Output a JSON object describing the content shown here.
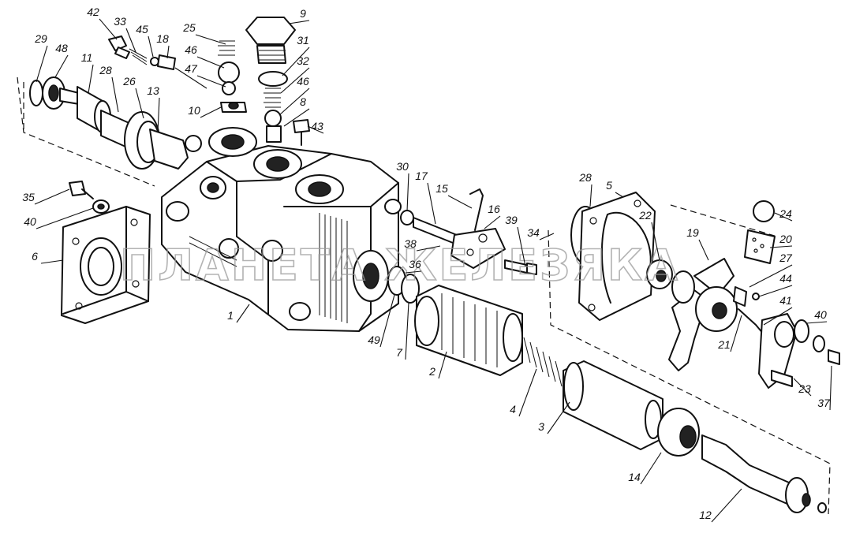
{
  "watermark": "ПЛАНЕТА ЖЕЛЕЗЯКА",
  "callouts": [
    "42",
    "33",
    "45",
    "18",
    "25",
    "9",
    "29",
    "48",
    "11",
    "28",
    "26",
    "13",
    "46",
    "47",
    "31",
    "32",
    "46",
    "8",
    "10",
    "43",
    "35",
    "40",
    "6",
    "1",
    "30",
    "17",
    "15",
    "16",
    "39",
    "38",
    "36",
    "49",
    "7",
    "2",
    "4",
    "3",
    "14",
    "12",
    "28",
    "5",
    "34",
    "22",
    "19",
    "24",
    "20",
    "27",
    "44",
    "41",
    "21",
    "40",
    "23",
    "37"
  ]
}
